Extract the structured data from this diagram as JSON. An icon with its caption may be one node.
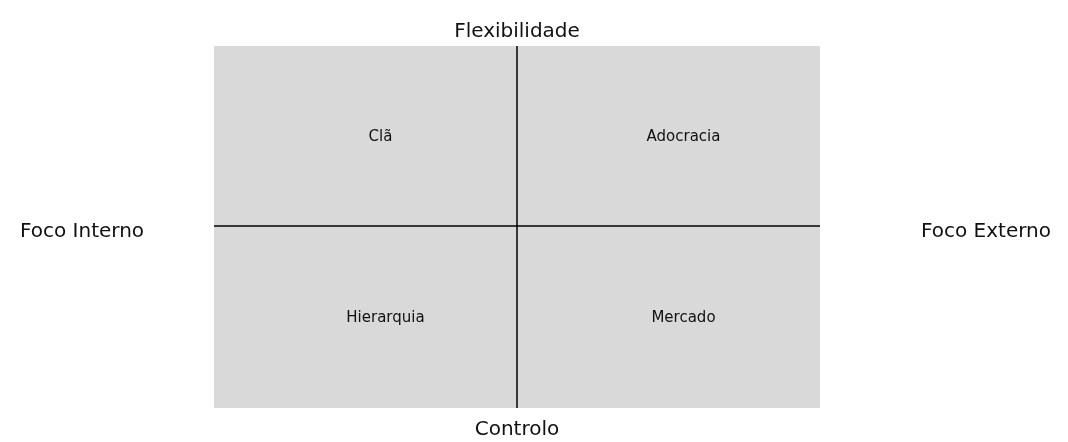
{
  "diagram": {
    "nodes": [
      {
        "text": [
          "Clã"
        ]
      },
      {
        "text": [
          "Adocracia"
        ]
      },
      {
        "text": [
          "Hierarquia"
        ]
      },
      {
        "text": [
          "Mercado"
        ]
      }
    ],
    "labels": [
      "Flexibilidade",
      "Foco Interno",
      "Foco Externo",
      "Controlo"
    ]
  }
}
